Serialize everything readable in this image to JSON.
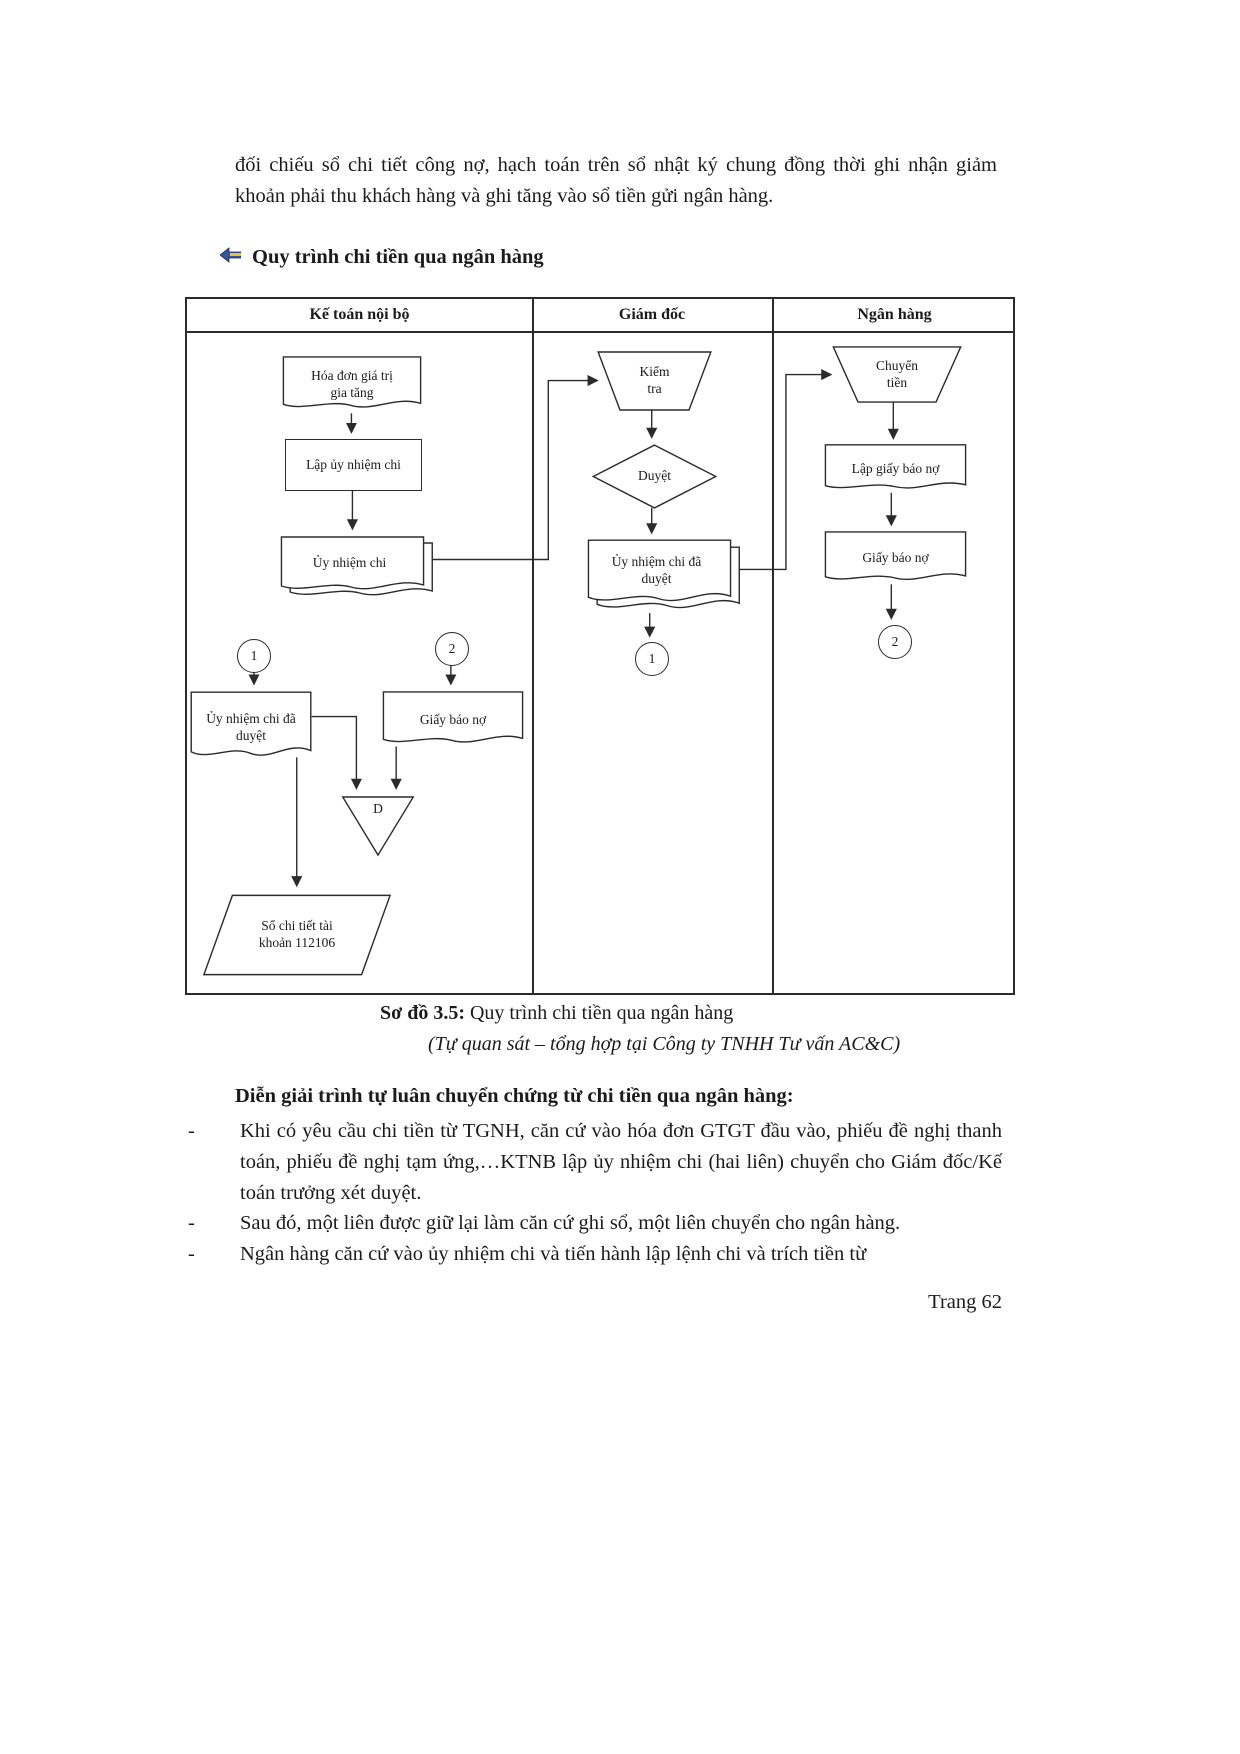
{
  "page": {
    "intro_paragraph": "đối chiếu sổ chi tiết công nợ, hạch toán trên sổ nhật ký chung đồng thời ghi nhận giảm khoản phải thu khách hàng và ghi tăng vào sổ tiền gửi ngân hàng.",
    "section_heading": "Quy trình chi tiền qua ngân hàng",
    "caption": {
      "label": "Sơ đồ 3.5:",
      "text": " Quy trình chi tiền qua ngân hàng",
      "source": "(Tự quan sát – tổng hợp tại Công ty TNHH Tư vấn AC&C)"
    },
    "detail_heading": "Diễn giải trình tự luân chuyển chứng từ chi tiền qua ngân hàng:",
    "bullets": [
      {
        "marker": "-",
        "text": "Khi có yêu cầu chi tiền từ TGNH, căn cứ vào hóa đơn GTGT đầu vào, phiếu đề nghị thanh toán, phiếu đề nghị tạm ứng,…KTNB lập ủy nhiệm chi (hai liên) chuyển cho Giám đốc/Kế toán trưởng xét duyệt."
      },
      {
        "marker": "-",
        "text": "Sau đó, một liên được giữ lại làm căn cứ ghi sổ, một liên chuyển cho ngân hàng."
      },
      {
        "marker": "-",
        "text": "Ngân hàng căn cứ vào ủy nhiệm chi và tiến hành lập lệnh chi và trích tiền từ"
      }
    ],
    "page_number": "Trang 62"
  },
  "flowchart": {
    "headers": [
      "Kế toán nội bộ",
      "Giám đốc",
      "Ngân hàng"
    ],
    "nodes": {
      "invoice": {
        "label": "Hóa đơn giá trị\ngia tăng"
      },
      "lap_uy_nhiem_chi": {
        "label": "Lập ủy nhiệm chi"
      },
      "uy_nhiem_chi": {
        "label": "Ủy nhiệm chi"
      },
      "connector_1a": {
        "label": "1"
      },
      "connector_2a": {
        "label": "2"
      },
      "unc_da_duyet_kt": {
        "label": "Ủy nhiệm chi đã\nduyệt"
      },
      "giay_bao_no_kt": {
        "label": "Giấy báo nợ"
      },
      "archive": {
        "label": "D"
      },
      "so_chi_tiet": {
        "label": "Sổ chi tiết tài\nkhoản 112106"
      },
      "kiem_tra": {
        "label": "Kiểm\ntra"
      },
      "duyet": {
        "label": "Duyệt"
      },
      "unc_da_duyet_gd": {
        "label": "Ủy nhiệm chi đã\nduyệt"
      },
      "connector_1b": {
        "label": "1"
      },
      "chuyen_tien": {
        "label": "Chuyển\ntiền"
      },
      "lap_giay_bao_no": {
        "label": "Lập giấy báo nợ"
      },
      "giay_bao_no_nh": {
        "label": "Giấy báo nợ"
      },
      "connector_2b": {
        "label": "2"
      }
    }
  }
}
